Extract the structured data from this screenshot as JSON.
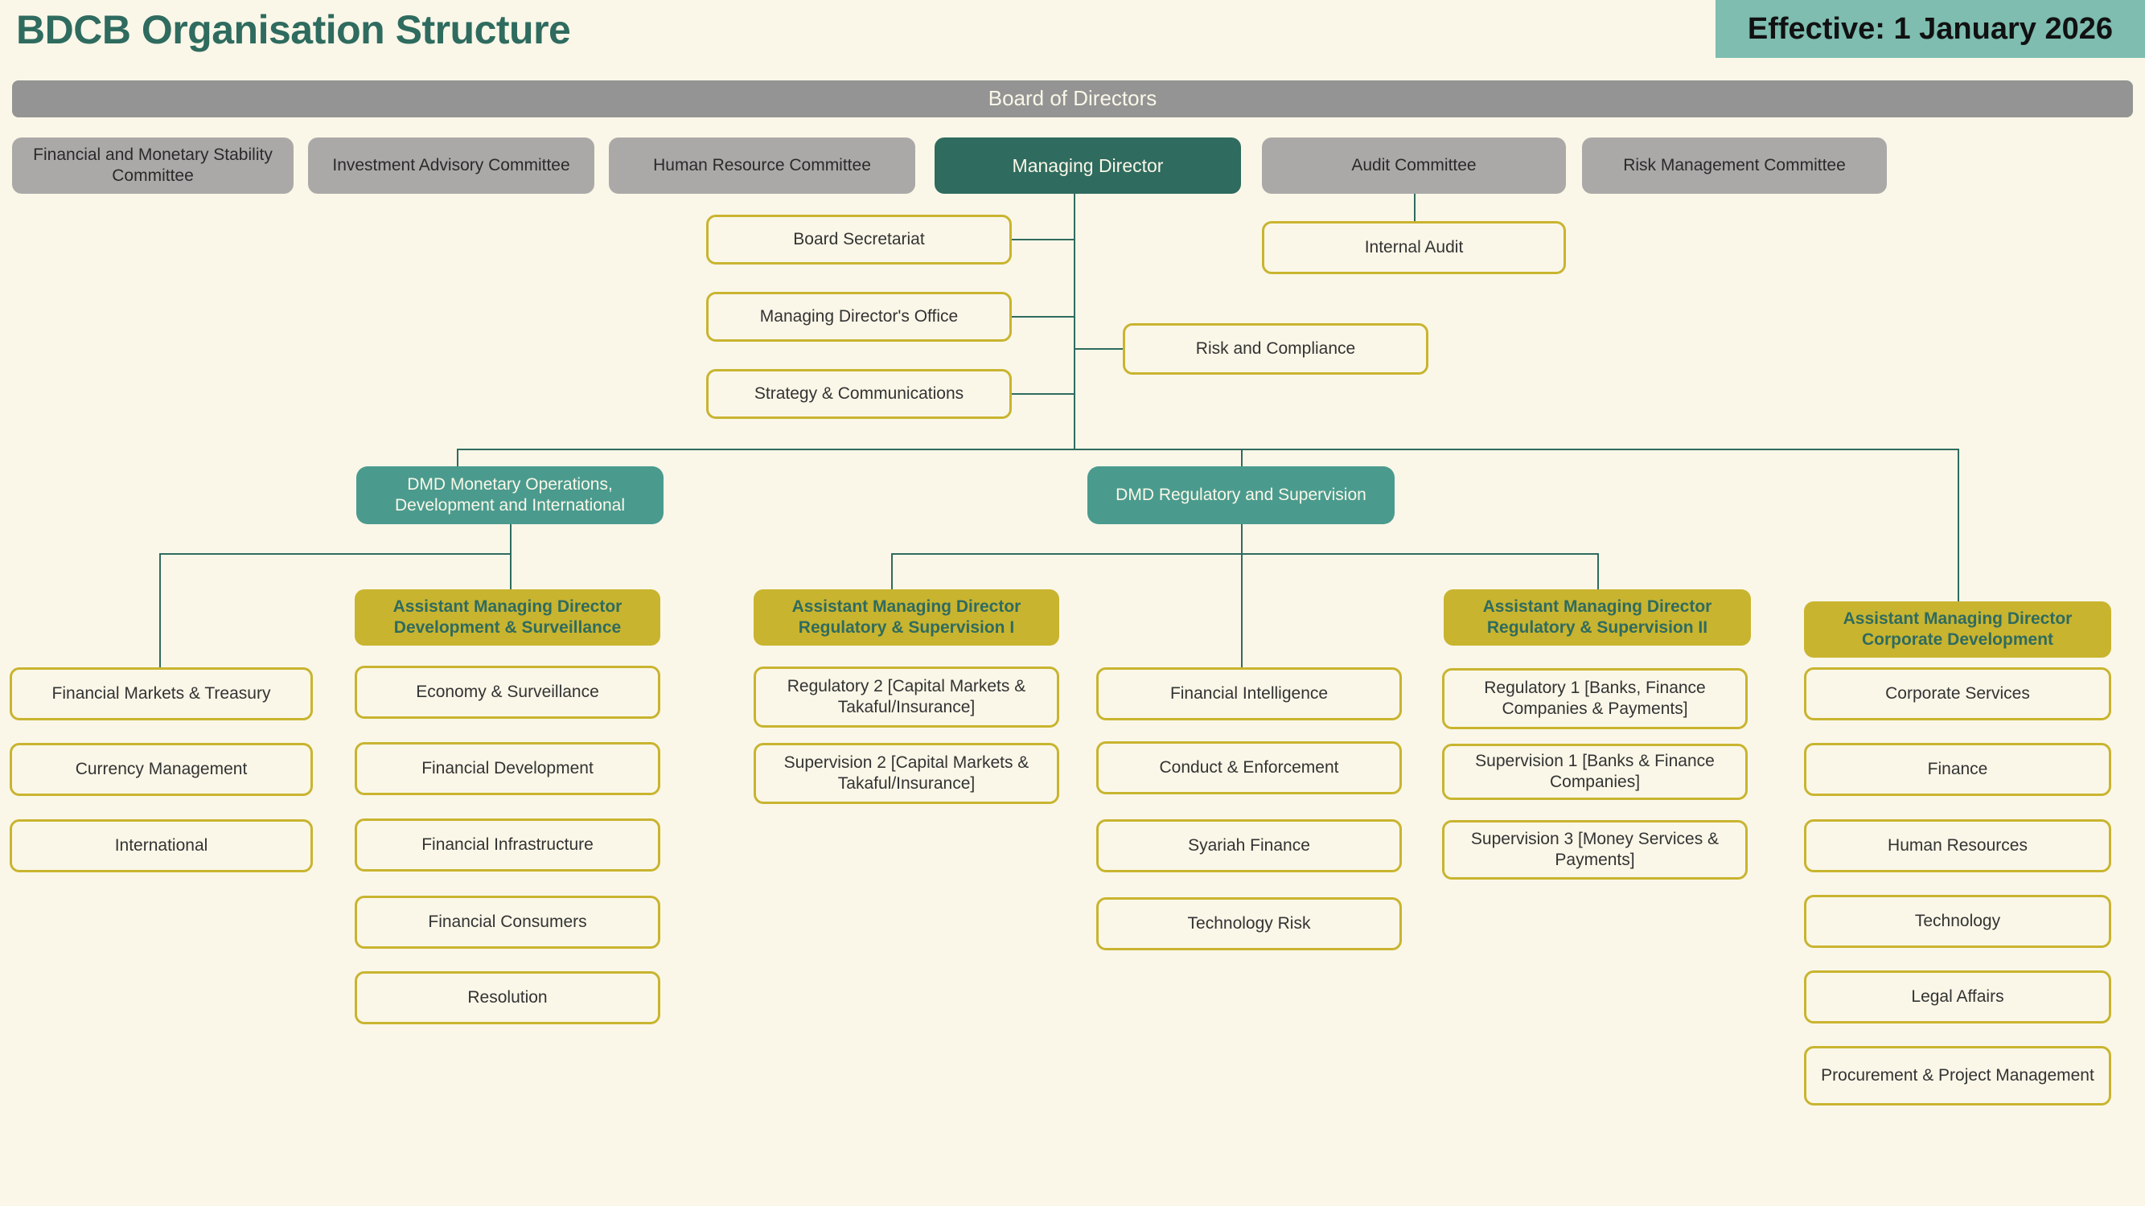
{
  "header": {
    "title": "BDCB Organisation Structure",
    "effective_label": "Effective: 1 January 2026",
    "title_color": "#2F6B5F",
    "badge_color": "#7EBDB0"
  },
  "colors": {
    "background": "#FAF7E8",
    "board_bar": "#949494",
    "committee": "#ABA9A8",
    "managing_director": "#2F6B5F",
    "dmd": "#4A9B8E",
    "amd_gold": "#C9B42F",
    "dept_border": "#C9B42F",
    "connector": "#2F6B5F"
  },
  "board": {
    "label": "Board of Directors"
  },
  "committees": [
    {
      "label": "Financial and Monetary Stability Committee"
    },
    {
      "label": "Investment Advisory Committee"
    },
    {
      "label": "Human Resource Committee"
    },
    {
      "label": "Audit Committee"
    },
    {
      "label": "Risk Management Committee"
    }
  ],
  "managing_director": {
    "label": "Managing Director"
  },
  "md_staff": [
    {
      "label": "Board Secretariat"
    },
    {
      "label": "Managing Director's Office"
    },
    {
      "label": "Strategy & Communications"
    },
    {
      "label": "Risk and Compliance"
    }
  ],
  "audit_reports": [
    {
      "label": "Internal Audit"
    }
  ],
  "dmds": [
    {
      "label": "DMD Monetary Operations, Development and International"
    },
    {
      "label": "DMD Regulatory and Supervision"
    }
  ],
  "columns": [
    {
      "amd": null,
      "departments": [
        {
          "label": "Financial Markets & Treasury"
        },
        {
          "label": "Currency Management"
        },
        {
          "label": "International"
        }
      ]
    },
    {
      "amd": "Assistant Managing Director Development & Surveillance",
      "departments": [
        {
          "label": "Economy & Surveillance"
        },
        {
          "label": "Financial Development"
        },
        {
          "label": "Financial Infrastructure"
        },
        {
          "label": "Financial Consumers"
        },
        {
          "label": "Resolution"
        }
      ]
    },
    {
      "amd": "Assistant Managing Director Regulatory & Supervision I",
      "departments": [
        {
          "label": "Regulatory 2 [Capital Markets & Takaful/Insurance]"
        },
        {
          "label": "Supervision 2 [Capital Markets & Takaful/Insurance]"
        }
      ]
    },
    {
      "amd": null,
      "departments": [
        {
          "label": "Financial Intelligence"
        },
        {
          "label": "Conduct & Enforcement"
        },
        {
          "label": "Syariah Finance"
        },
        {
          "label": "Technology Risk"
        }
      ]
    },
    {
      "amd": "Assistant Managing Director Regulatory & Supervision II",
      "departments": [
        {
          "label": "Regulatory 1 [Banks, Finance Companies & Payments]"
        },
        {
          "label": "Supervision 1 [Banks & Finance Companies]"
        },
        {
          "label": "Supervision 3 [Money Services & Payments]"
        }
      ]
    },
    {
      "amd": "Assistant Managing Director Corporate Development",
      "departments": [
        {
          "label": "Corporate Services"
        },
        {
          "label": "Finance"
        },
        {
          "label": "Human Resources"
        },
        {
          "label": "Technology"
        },
        {
          "label": "Legal Affairs"
        },
        {
          "label": "Procurement & Project Management"
        }
      ]
    }
  ]
}
